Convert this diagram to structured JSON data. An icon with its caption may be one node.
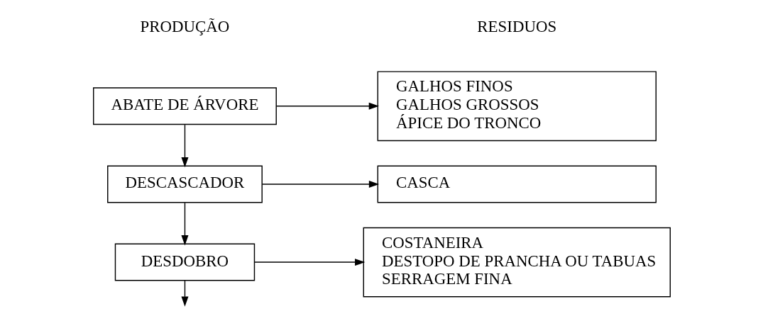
{
  "diagram": {
    "nodes": [
      {
        "text": [
          "ABATE DE ÁRVORE"
        ]
      },
      {
        "text": [
          "GALHOS FINOS",
          "GALHOS GROSSOS",
          "ÁPICE DO TRONCO"
        ]
      },
      {
        "text": [
          "DESCASCADOR"
        ]
      },
      {
        "text": [
          "CASCA"
        ]
      },
      {
        "text": [
          "DESDOBRO"
        ]
      },
      {
        "text": [
          "COSTANEIRA",
          "DESTOPO DE PRANCHA OU TABUAS",
          "SERRAGEM FINA"
        ]
      }
    ],
    "edges": [
      {
        "from": 0,
        "to": 1,
        "arrow": "to"
      },
      {
        "from": 0,
        "to": 2,
        "arrow": "to"
      },
      {
        "from": 2,
        "to": 3,
        "arrow": "to"
      },
      {
        "from": 2,
        "to": 4,
        "arrow": "to"
      },
      {
        "from": 4,
        "to": 5,
        "arrow": "to"
      },
      {
        "from": 4,
        "to": null,
        "arrow": "to"
      }
    ],
    "labels": [
      "PRODUÇÃO",
      "RESIDUOS"
    ]
  }
}
